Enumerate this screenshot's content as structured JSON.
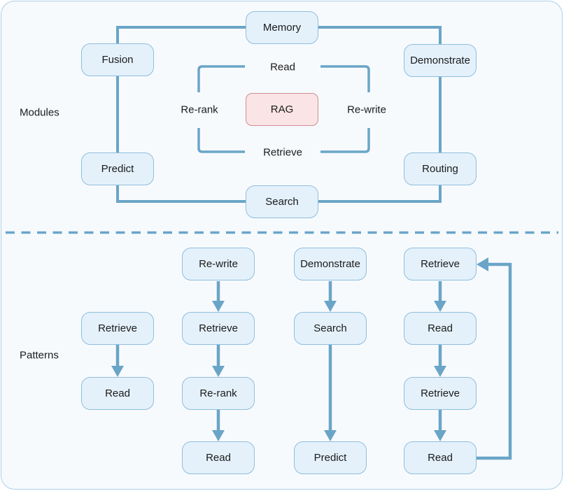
{
  "colors": {
    "bg": "#f7fafd",
    "frame-border": "#abd0e8",
    "box-fill": "#e4f1fb",
    "box-border": "#8fbedd",
    "rag-fill": "#fae4e5",
    "rag-border": "#cf8e93",
    "line": "#6aa5c7",
    "text": "#1a1a1a"
  },
  "modules": {
    "section_label": "Modules",
    "nodes": {
      "memory": "Memory",
      "fusion": "Fusion",
      "demonstrate": "Demonstrate",
      "predict": "Predict",
      "routing": "Routing",
      "search": "Search",
      "rag": "RAG"
    },
    "rag_labels": {
      "top": "Read",
      "right": "Re-write",
      "bottom": "Retrieve",
      "left": "Re-rank"
    }
  },
  "patterns": {
    "section_label": "Patterns",
    "chains": [
      {
        "steps": [
          "Retrieve",
          "Read"
        ]
      },
      {
        "steps": [
          "Re-write",
          "Retrieve",
          "Re-rank",
          "Read"
        ]
      },
      {
        "steps": [
          "Demonstrate",
          "Search",
          "Predict"
        ]
      },
      {
        "steps": [
          "Retrieve",
          "Read",
          "Retrieve",
          "Read"
        ],
        "loop": "feedback"
      }
    ]
  }
}
